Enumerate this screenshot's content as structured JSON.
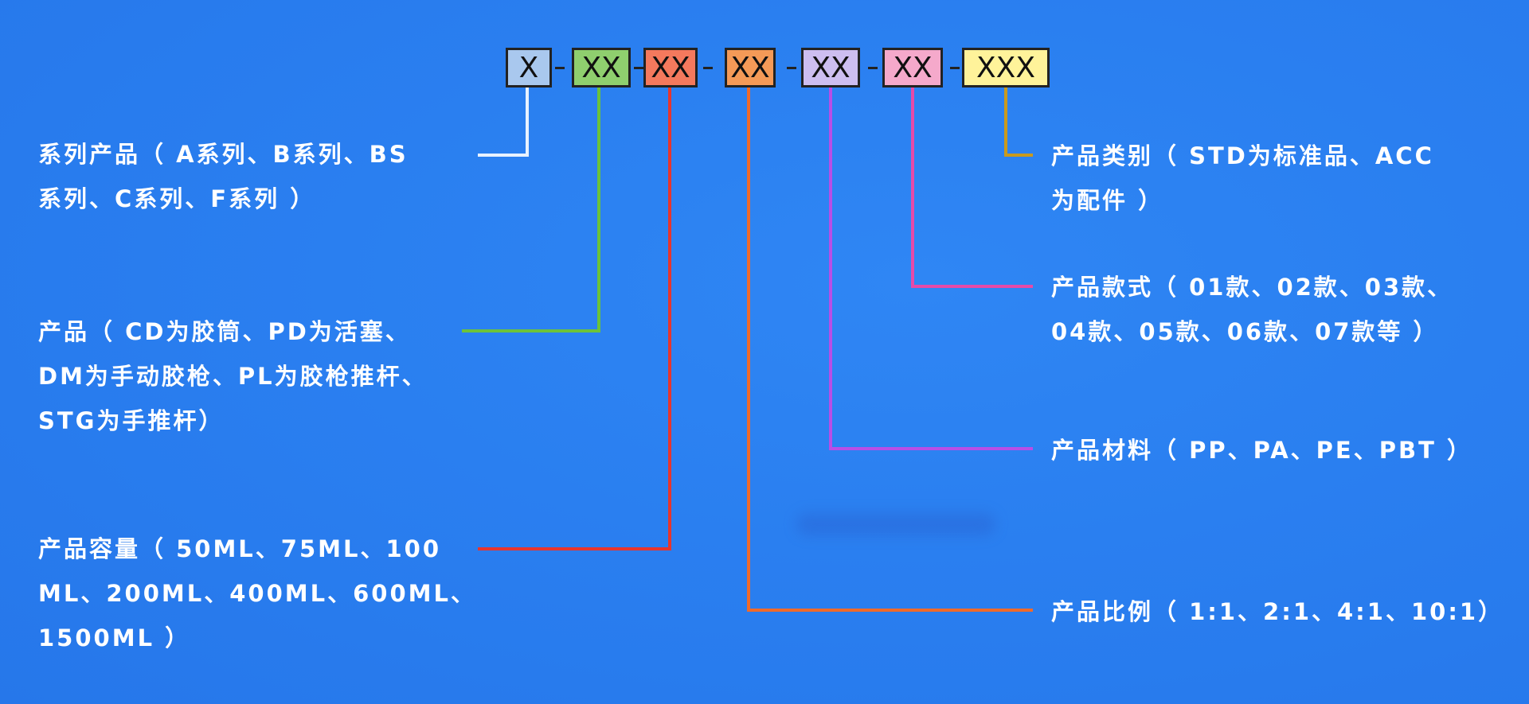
{
  "code_boxes": [
    {
      "text": "X",
      "color": "#a9c8ee"
    },
    {
      "text": "XX",
      "color": "#8fcf6e"
    },
    {
      "text": "XX",
      "color": "#f4795d"
    },
    {
      "text": "XX",
      "color": "#f59a57"
    },
    {
      "text": "XX",
      "color": "#cdbef0"
    },
    {
      "text": "XX",
      "color": "#f5a9cb"
    },
    {
      "text": "XXX",
      "color": "#fff39a"
    }
  ],
  "separator": "-",
  "descriptions": {
    "series": "系列产品（  A系列、B系列、BS\n系列、C系列、F系列 ）",
    "product": "产品（  CD为胶筒、PD为活塞、\nDM为手动胶枪、PL为胶枪推杆、\nSTG为手推杆）",
    "capacity": "产品容量（ 50ML、75ML、100\nML、200ML、400ML、600ML、\n1500ML ）",
    "category": "产品类别（ STD为标准品、ACC\n为配件 ）",
    "style": "产品款式（ 01款、02款、03款、\n04款、05款、06款、07款等 ）",
    "material": "产品材料（ PP、PA、PE、PBT ）",
    "ratio": "产品比例（ 1:1、2:1、4:1、10:1）"
  },
  "line_colors": {
    "series": "#e8f2ff",
    "product": "#6cc23a",
    "capacity": "#e8352c",
    "ratio": "#f06a2a",
    "material": "#b84ee6",
    "style": "#e64aa8",
    "category": "#c99a1e"
  }
}
